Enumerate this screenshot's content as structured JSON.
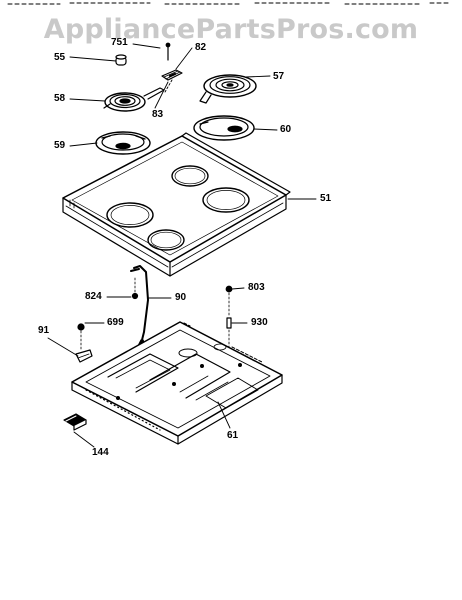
{
  "watermark": "AppliancePartsPros.com",
  "callouts": {
    "c751": "751",
    "c82": "82",
    "c55": "55",
    "c57": "57",
    "c58": "58",
    "c83": "83",
    "c59": "59",
    "c60": "60",
    "c51": "51",
    "c803": "803",
    "c824": "824",
    "c90": "90",
    "c91": "91",
    "c699": "699",
    "c930": "930",
    "c61": "61",
    "c144": "144"
  }
}
